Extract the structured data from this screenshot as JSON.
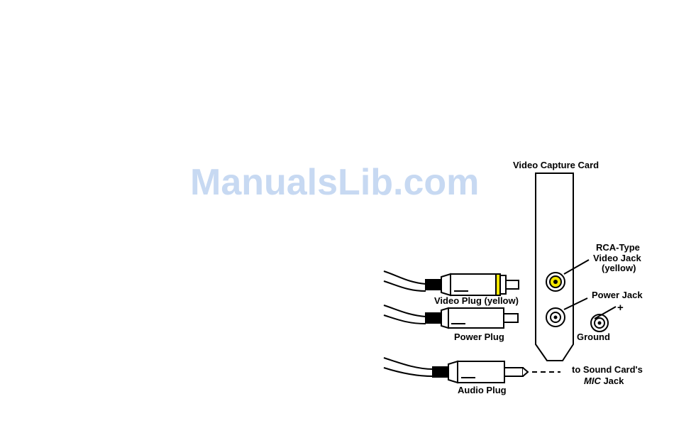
{
  "watermark": "ManualsLib.com",
  "labels": {
    "capture_card": "Video Capture Card",
    "rca_line1": "RCA-Type",
    "rca_line2": "Video Jack",
    "rca_line3": "(yellow)",
    "power_jack": "Power Jack",
    "plus": "+",
    "ground": "Ground",
    "video_plug": "Video Plug (yellow)",
    "power_plug": "Power Plug",
    "audio_plug": "Audio Plug",
    "sound_line1": "to Sound Card's",
    "sound_mic": "MIC",
    "sound_jack": " Jack"
  },
  "colors": {
    "rca_yellow": "#f3e600",
    "watermark": "#c7d9f2",
    "line": "#000000"
  }
}
